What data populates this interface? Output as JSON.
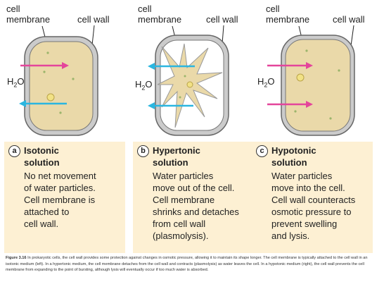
{
  "panels": [
    {
      "label_membrane_1": "cell",
      "label_membrane_2": "membrane",
      "label_wall": "cell wall",
      "h2o": "H",
      "h2o_sub": "2",
      "h2o_o": "O",
      "badge": "a",
      "title_1": "Isotonic",
      "title_2": "solution",
      "description": [
        "No net movement",
        "of water particles.",
        "Cell membrane is",
        "attached to",
        "cell wall."
      ]
    },
    {
      "label_membrane_1": "cell",
      "label_membrane_2": "membrane",
      "label_wall": "cell wall",
      "h2o": "H",
      "h2o_sub": "2",
      "h2o_o": "O",
      "badge": "b",
      "title_1": "Hypertonic",
      "title_2": "solution",
      "description": [
        "Water particles",
        "move out of the cell.",
        "Cell membrane",
        "shrinks and detaches",
        "from cell wall",
        "(plasmolysis)."
      ]
    },
    {
      "label_membrane_1": "cell",
      "label_membrane_2": "membrane",
      "label_wall": "cell wall",
      "h2o": "H",
      "h2o_sub": "2",
      "h2o_o": "O",
      "badge": "c",
      "title_1": "Hypotonic",
      "title_2": "solution",
      "description": [
        "Water particles",
        "move into the cell.",
        "Cell wall counteracts",
        "osmotic pressure to",
        "prevent swelling",
        "and lysis."
      ]
    }
  ],
  "caption": {
    "figure_label": "Figure 3.16",
    "text": "In prokaryotic cells, the cell wall provides some protection against changes in osmotic pressure, allowing it to maintain its shape longer. The cell membrane is typically attached to the cell wall in an isotonic medium (left). In a hypertonic medium, the cell membrane detaches from the cell wall and contracts (plasmolysis) as water leaves the cell. In a hypotonic medium (right), the cell wall prevents the cell membrane from expanding to the point of bursting, although lysis will eventually occur if too much water is absorbed."
  },
  "colors": {
    "cytoplasm": "#ead9a9",
    "cell_wall": "#c8c8c8",
    "wall_outline": "#555555",
    "arrow_in": "#e4459b",
    "arrow_out": "#2bb6e0",
    "box_bg": "#fdf0d3"
  }
}
